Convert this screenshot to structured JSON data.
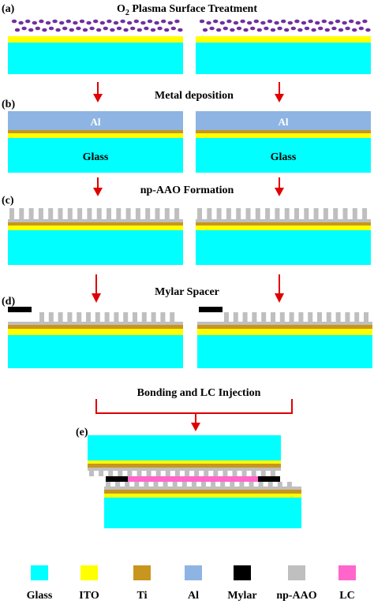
{
  "panels": {
    "a": {
      "label": "(a)",
      "title_main": "O",
      "title_sub": "2",
      "title_rest": " Plasma Surface Treatment"
    },
    "b": {
      "label": "(b)",
      "title": "Metal deposition",
      "al_label": "Al",
      "glass_label": "Glass"
    },
    "c": {
      "label": "(c)",
      "title": "np-AAO Formation"
    },
    "d": {
      "label": "(d)",
      "title": "Mylar Spacer"
    },
    "e": {
      "label": "(e)",
      "title": "Bonding and LC Injection"
    }
  },
  "legend": [
    {
      "name": "glass",
      "label": "Glass",
      "color": "#00FFFF"
    },
    {
      "name": "ito",
      "label": "ITO",
      "color": "#FFFF00"
    },
    {
      "name": "ti",
      "label": "Ti",
      "color": "#C8961E"
    },
    {
      "name": "al",
      "label": "Al",
      "color": "#8EB4E3"
    },
    {
      "name": "mylar",
      "label": "Mylar",
      "color": "#000000"
    },
    {
      "name": "np-aao",
      "label": "np-AAO",
      "color": "#BFBFBF"
    },
    {
      "name": "lc",
      "label": "LC",
      "color": "#FF66CC"
    }
  ],
  "colors": {
    "glass": "#00FFFF",
    "ito": "#FFFF00",
    "ti": "#C8961E",
    "al": "#8EB4E3",
    "mylar": "#000000",
    "aao": "#BFBFBF",
    "lc": "#FF66CC",
    "plasma": "#7030A0",
    "arrow": "#E00000"
  }
}
